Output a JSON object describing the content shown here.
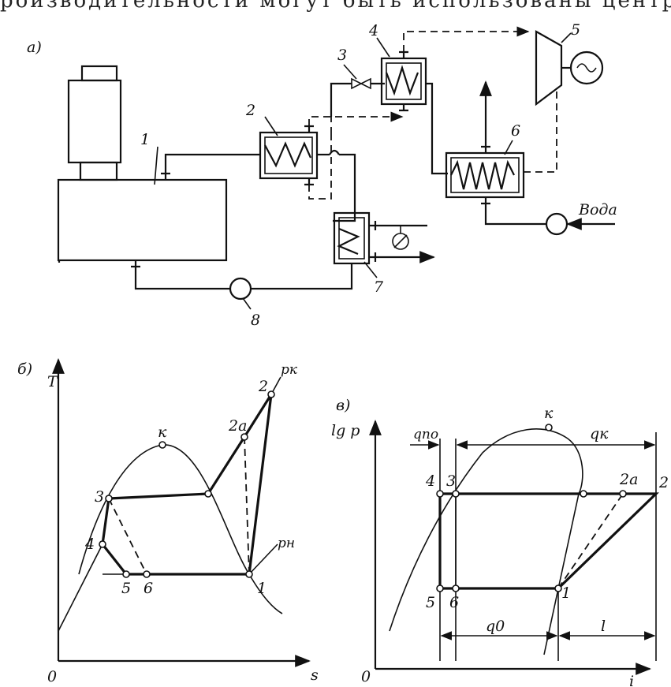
{
  "header_text": "роизводительности могут быть использованы центробежные",
  "scheme": {
    "tag": "а)",
    "numbers": [
      "1",
      "2",
      "3",
      "4",
      "5",
      "6",
      "7",
      "8"
    ],
    "water": "Вода"
  },
  "ts": {
    "tag": "б)",
    "axis_y": "T",
    "axis_x": "s",
    "origin": "0",
    "points": [
      "1",
      "2",
      "2а",
      "3",
      "4",
      "5",
      "6"
    ],
    "crit": "к",
    "pk": "pк",
    "pn": "pн"
  },
  "ph": {
    "tag": "в)",
    "axis_y": "lg p",
    "axis_x": "i",
    "origin": "0",
    "points": [
      "1",
      "2",
      "2а",
      "3",
      "4",
      "5",
      "6"
    ],
    "crit": "к",
    "q_po": "qпо",
    "q_k": "qк",
    "q_0": "q0",
    "l": "l"
  }
}
